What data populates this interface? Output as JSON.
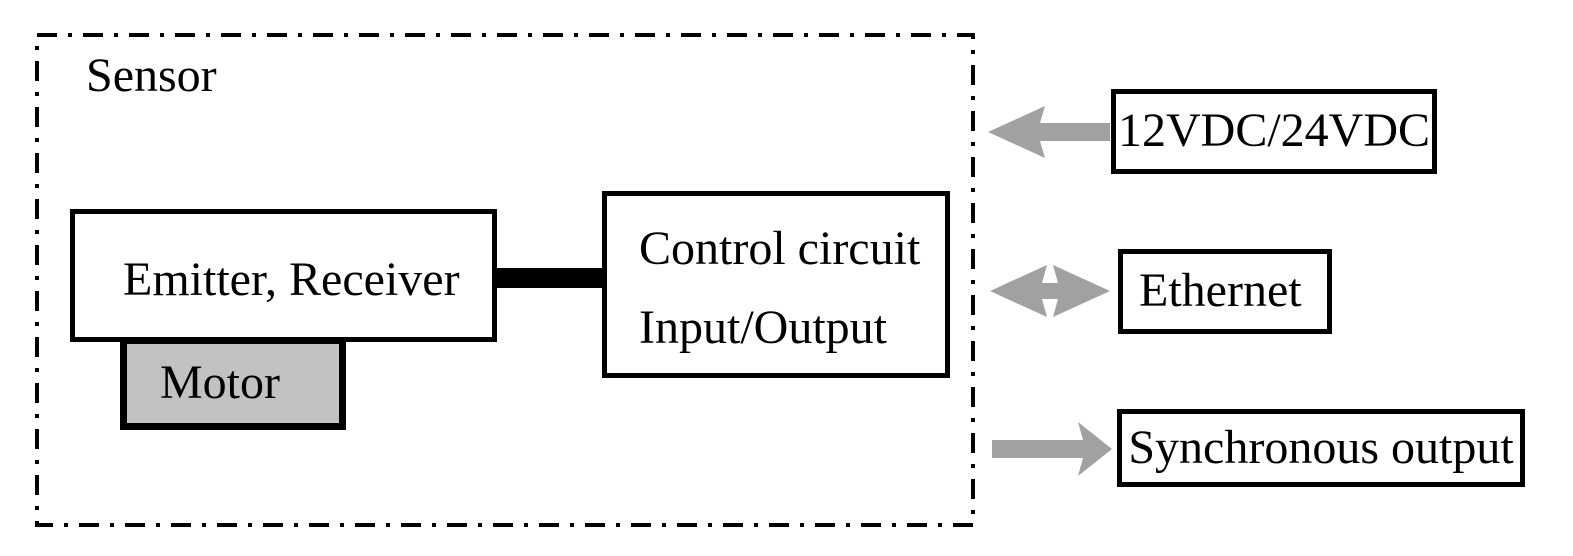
{
  "sensor": {
    "label": "Sensor",
    "blocks": {
      "emitter_receiver": "Emitter, Receiver",
      "motor": "Motor",
      "control_line1": "Control circuit",
      "control_line2": "Input/Output"
    }
  },
  "external": {
    "power": {
      "label": "12VDC/24VDC",
      "direction": "into-sensor"
    },
    "ethernet": {
      "label": "Ethernet",
      "direction": "bidirectional"
    },
    "sync": {
      "label": "Synchronous output",
      "direction": "out-of-sensor"
    }
  },
  "colors": {
    "arrow_gray": "#a1a1a1",
    "motor_fill": "#c2c2c2",
    "line_black": "#000000"
  }
}
